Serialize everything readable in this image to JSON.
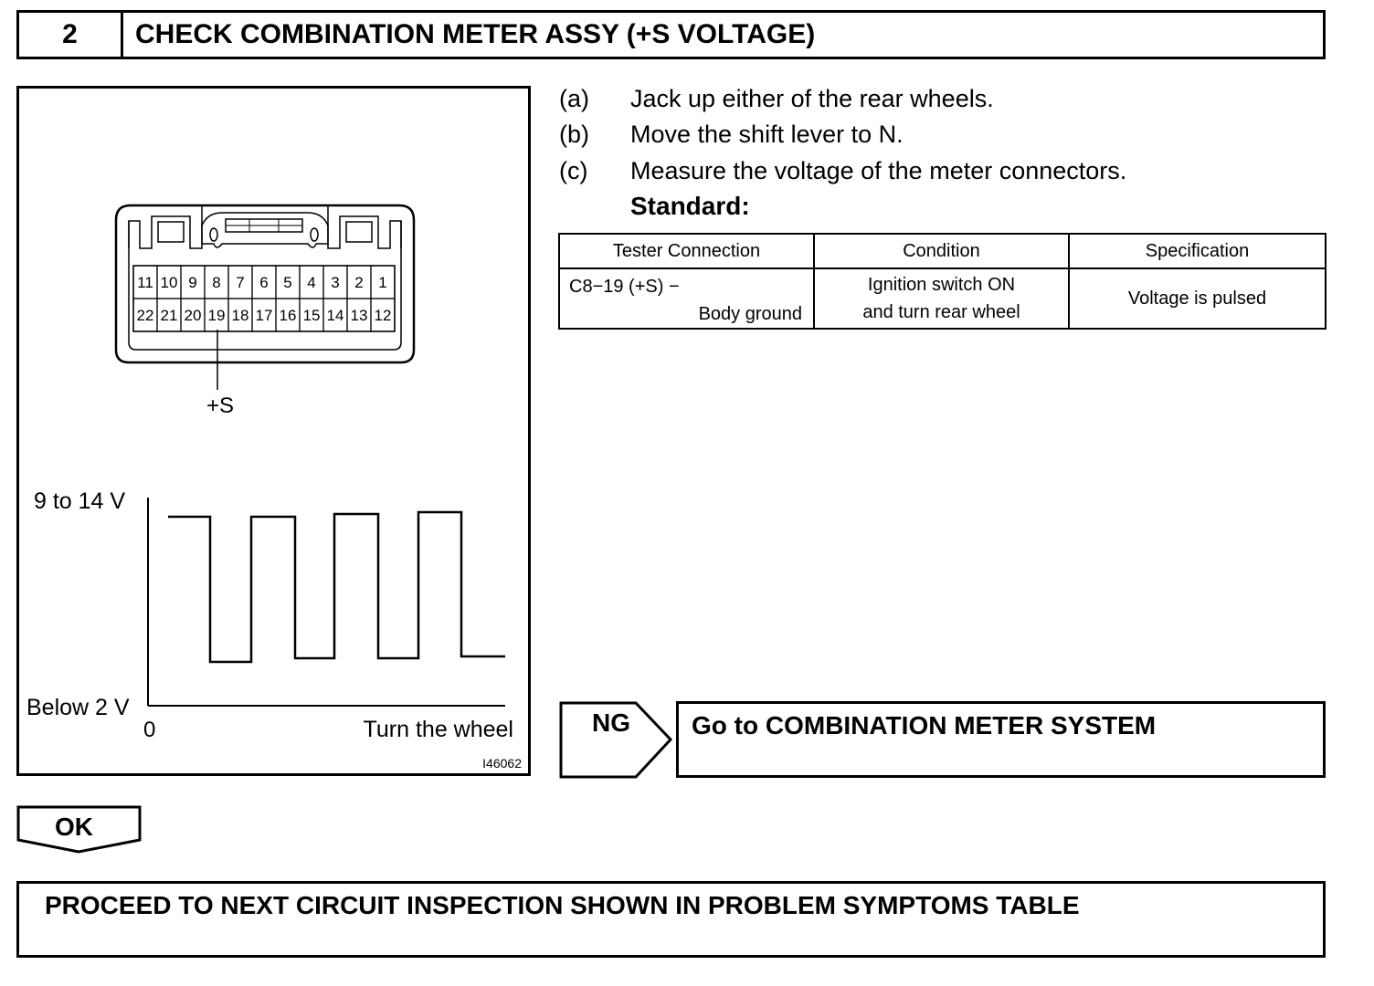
{
  "step": {
    "number": "2",
    "title": "CHECK COMBINATION METER ASSY (+S VOLTAGE)"
  },
  "figure": {
    "connector_row1": [
      "11",
      "10",
      "9",
      "8",
      "7",
      "6",
      "5",
      "4",
      "3",
      "2",
      "1"
    ],
    "connector_row2": [
      "22",
      "21",
      "20",
      "19",
      "18",
      "17",
      "16",
      "15",
      "14",
      "13",
      "12"
    ],
    "pin_label": "+S",
    "waveform": {
      "y_high_label": "9 to 14 V",
      "y_low_label": "Below 2 V",
      "x_origin_label": "0",
      "x_label": "Turn the wheel"
    },
    "figure_id": "I46062"
  },
  "instructions": [
    {
      "label": "(a)",
      "text": "Jack up either of the rear wheels."
    },
    {
      "label": "(b)",
      "text": "Move the shift lever to N."
    },
    {
      "label": "(c)",
      "text": "Measure the voltage of the meter connectors."
    }
  ],
  "standard_label": "Standard:",
  "spec_table": {
    "headers": [
      "Tester Connection",
      "Condition",
      "Specification"
    ],
    "row": {
      "connection_line1": "C8−19 (+S) −",
      "connection_line2": "Body ground",
      "condition_line1": "Ignition switch ON",
      "condition_line2": "and turn rear wheel",
      "specification": "Voltage is pulsed"
    }
  },
  "ng": {
    "label": "NG",
    "text": "Go to COMBINATION METER SYSTEM"
  },
  "ok": {
    "label": "OK"
  },
  "proceed": {
    "text": "PROCEED TO NEXT CIRCUIT INSPECTION SHOWN IN PROBLEM SYMPTOMS TABLE"
  }
}
